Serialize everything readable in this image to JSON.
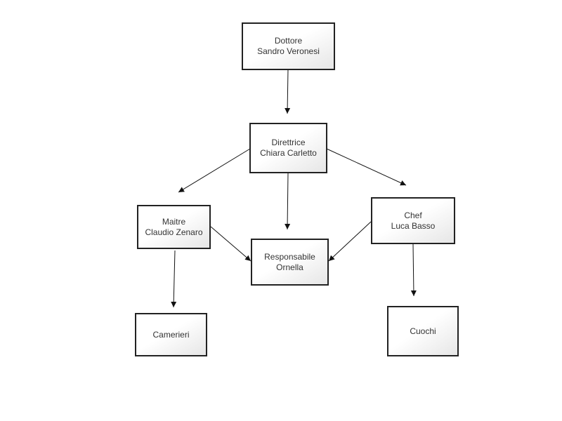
{
  "diagram": {
    "nodes": [
      {
        "id": "dottore",
        "lines": [
          "Dottore",
          "Sandro Veronesi"
        ]
      },
      {
        "id": "direttrice",
        "lines": [
          "Direttrice",
          "Chiara Carletto"
        ]
      },
      {
        "id": "maitre",
        "lines": [
          "Maitre",
          "Claudio Zenaro"
        ]
      },
      {
        "id": "responsabile",
        "lines": [
          "Responsabile",
          "Ornella"
        ]
      },
      {
        "id": "chef",
        "lines": [
          "Chef",
          "Luca Basso"
        ]
      },
      {
        "id": "camerieri",
        "lines": [
          "Camerieri"
        ]
      },
      {
        "id": "cuochi",
        "lines": [
          "Cuochi"
        ]
      }
    ],
    "edges": [
      {
        "from": "dottore",
        "to": "direttrice"
      },
      {
        "from": "direttrice",
        "to": "maitre"
      },
      {
        "from": "direttrice",
        "to": "responsabile"
      },
      {
        "from": "direttrice",
        "to": "chef"
      },
      {
        "from": "maitre",
        "to": "responsabile"
      },
      {
        "from": "chef",
        "to": "responsabile"
      },
      {
        "from": "maitre",
        "to": "camerieri"
      },
      {
        "from": "chef",
        "to": "cuochi"
      }
    ],
    "colors": {
      "border": "#222222",
      "text": "#333333",
      "edge": "#111111"
    }
  }
}
